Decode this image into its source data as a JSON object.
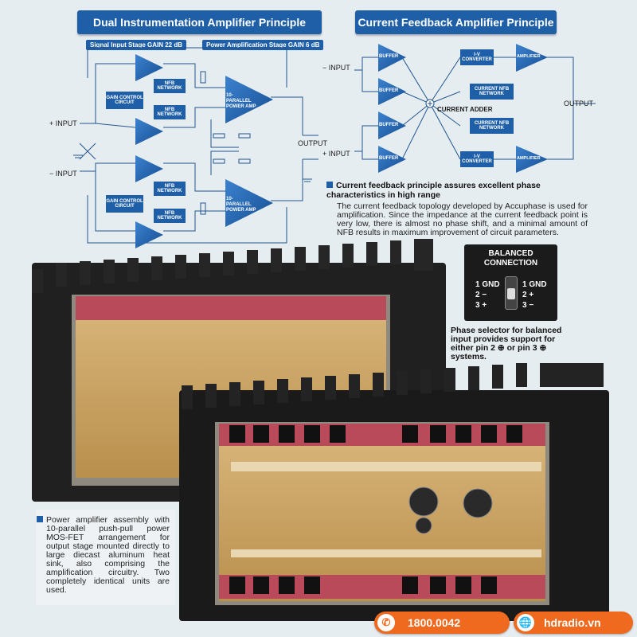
{
  "left_diagram": {
    "title": "Dual Instrumentation Amplifier Principle",
    "stage_signal": "Signal Input Stage  GAIN 22 dB",
    "stage_power": "Power Amplification Stage GAIN 6 dB",
    "plus_input": "+ INPUT",
    "minus_input": "− INPUT",
    "output": "OUTPUT",
    "nfb": "NFB NETWORK",
    "gain_control": "GAIN CONTROL CIRCUIT",
    "power_amp": "10-PARALLEL POWER AMP"
  },
  "right_diagram": {
    "title": "Current Feedback Amplifier Principle",
    "minus_input": "− INPUT",
    "plus_input": "+ INPUT",
    "buffer": "BUFFER",
    "iv_converter": "I-V CONVERTER",
    "amplifier": "AMPLIFIER",
    "current_nfb": "CURRENT NFB NETWORK",
    "current_adder": "CURRENT ADDER",
    "output": "OUTPUT"
  },
  "feedback_text": {
    "heading": "Current feedback principle assures excellent phase characteristics in high range",
    "body": "The current feedback topology developed by Accuphase is used for amplification. Since the impedance at the current feedback point is very low, there is almost no phase shift, and a minimal amount of NFB results in maximum improvement of circuit parameters."
  },
  "balanced": {
    "title_line1": "BALANCED",
    "title_line2": "CONNECTION",
    "left_pins": "1 GND\n2 −\n3 +",
    "right_pins": "1 GND\n2 +\n3 −",
    "caption": "Phase selector for balanced input provides support for either pin 2 ⊕ or pin 3 ⊕ systems."
  },
  "assembly_caption": "Power amplifier assembly with 10-parallel push-pull power MOS-FET arrangement for output stage mounted directly to large diecast aluminum heat sink, also comprising the amplification circuitry. Two completely identical units are used.",
  "contact": {
    "phone": "1800.0042",
    "site": "hdradio.vn",
    "phone_icon": "phone-icon",
    "web_icon": "globe-icon",
    "accent": "#ef6a1f"
  },
  "colors": {
    "diagram_blue": "#1e5fa8",
    "background": "#e6edf1"
  }
}
